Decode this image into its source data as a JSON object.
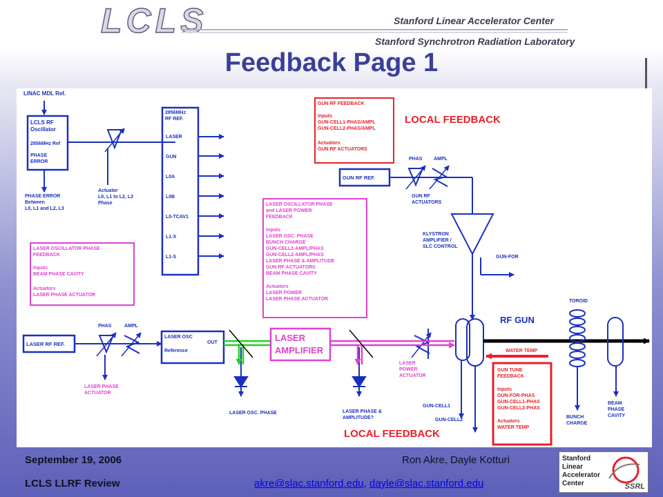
{
  "header": {
    "logo_text": "LCLS",
    "institution_1": "Stanford Linear Accelerator Center",
    "institution_2": "Stanford Synchrotron Radiation Laboratory"
  },
  "slide": {
    "title": "Feedback Page 1"
  },
  "colors": {
    "title": "#3b3f9a",
    "diagram_blue": "#1a2fc0",
    "red": "#e8202a",
    "magenta": "#e040d0",
    "green": "#20d020"
  },
  "diagram": {
    "local_feedback_top": "LOCAL FEEDBACK",
    "local_feedback_bottom": "LOCAL FEEDBACK",
    "linac_mdl_ref": "LINAC MDL Ref.",
    "rf_osc_title_1": "LCLS RF",
    "rf_osc_title_2": "Oscillator",
    "rf_osc_ref": "2856MHz Ref",
    "phase_error_1": "PHASE",
    "phase_error_2": "ERROR",
    "phase_error_between_1": "PHASE ERROR",
    "phase_error_between_2": "Between",
    "phase_error_between_3": "L0, L1 and L2, L3",
    "actuator_1": "Actuator",
    "actuator_2": "L0, L1 to L2, L3",
    "actuator_3": "Phase",
    "rf_ref_title_1": "2856MHz",
    "rf_ref_title_2": "RF REF.",
    "rf_ref_items": [
      "LASER",
      "GUN",
      "L0A",
      "L0B",
      "L0-TCAV1",
      "L1-X",
      "L1-S"
    ],
    "gun_rf_fb": [
      "GUN RF FEEDBACK",
      "",
      "Inputs",
      "GUN-CELL1-PHAS/AMPL",
      "GUN-CELL2-PHAS/AMPL",
      "",
      "Actuators",
      "GUN RF ACTUATORS"
    ],
    "gun_rf_ref": "GUN RF REF.",
    "phas": "PHAS",
    "ampl": "AMPL",
    "gun_rf_actuators_1": "GUN RF",
    "gun_rf_actuators_2": "ACTUATORS",
    "klystron_1": "KLYSTRON",
    "klystron_2": "AMPLIFIER /",
    "klystron_3": "SLC CONTROL",
    "gun_for": "GUN-FOR",
    "laser_osc_fb_mid": [
      "LASER OSCILLATOR PHASE",
      "and LASER POWER",
      "FEEDBACK",
      "",
      "Inputs",
      "LASER OSC. PHASE",
      "BUNCH CHARGE",
      "GUN-CELL1-AMPL/PHAS",
      "GUN-CELL2-AMPL/PHAS",
      "LASER PHASE & AMPLITUDE",
      "GUN RF ACTUATORS",
      "BEAM PHASE CAVITY",
      "",
      "Actuators",
      "LASER POWER",
      "LASER PHASE ACTUATOR"
    ],
    "laser_osc_fb_left": [
      "LASER OSCILLATOR PHASE",
      "FEEDBACK",
      "",
      "Inputs",
      "BEAM PHASE CAVITY",
      "",
      "Actuators",
      "LASER PHASE ACTUATOR"
    ],
    "laser_rf_ref": "LASER RF REF.",
    "phas_2": "PHAS",
    "ampl_2": "AMPL",
    "laser_phase_actuator_1": "LASER PHASE",
    "laser_phase_actuator_2": "ACTUATOR",
    "laser_osc_1": "LASER OSC",
    "laser_osc_2": "Reference",
    "out": "OUT",
    "laser_amp_1": "LASER",
    "laser_amp_2": "AMPLIFIER",
    "laser_osc_phase": "LASER OSC. PHASE",
    "laser_phase_amp_1": "LASER PHASE &",
    "laser_phase_amp_2": "AMPLITUDE?",
    "laser_power_act_1": "LASER",
    "laser_power_act_2": "POWER",
    "laser_power_act_3": "ACTUATOR",
    "rf_gun": "RF GUN",
    "water_temp": "WATER TEMP",
    "gun_tune_fb": [
      "GUN TUNE",
      "FEEDBACK",
      "",
      "Inputs",
      "GUN-FOR-PHAS",
      "GUN-CELL1-PHAS",
      "GUN-CELL2-PHAS",
      "",
      "Actuators",
      "WATER TEMP"
    ],
    "gun_cell1": "GUN-CELL1",
    "gun_cell2": "GUN-CELL2",
    "toroid": "TOROID",
    "bunch_charge_1": "BUNCH",
    "bunch_charge_2": "CHARGE",
    "beam_phase_cavity_1": "BEAM",
    "beam_phase_cavity_2": "PHASE",
    "beam_phase_cavity_3": "CAVITY"
  },
  "footer": {
    "date": "September 19, 2006",
    "event": "LCLS LLRF Review",
    "authors": "Ron Akre, Dayle Kotturi",
    "email_1": "akre@slac.stanford.edu",
    "email_sep": ", ",
    "email_2": "dayle@slac.stanford.edu"
  },
  "slac_logo": {
    "lines": [
      "Stanford",
      "Linear",
      "Accelerator",
      "Center"
    ],
    "ssrl": "SSRL"
  }
}
